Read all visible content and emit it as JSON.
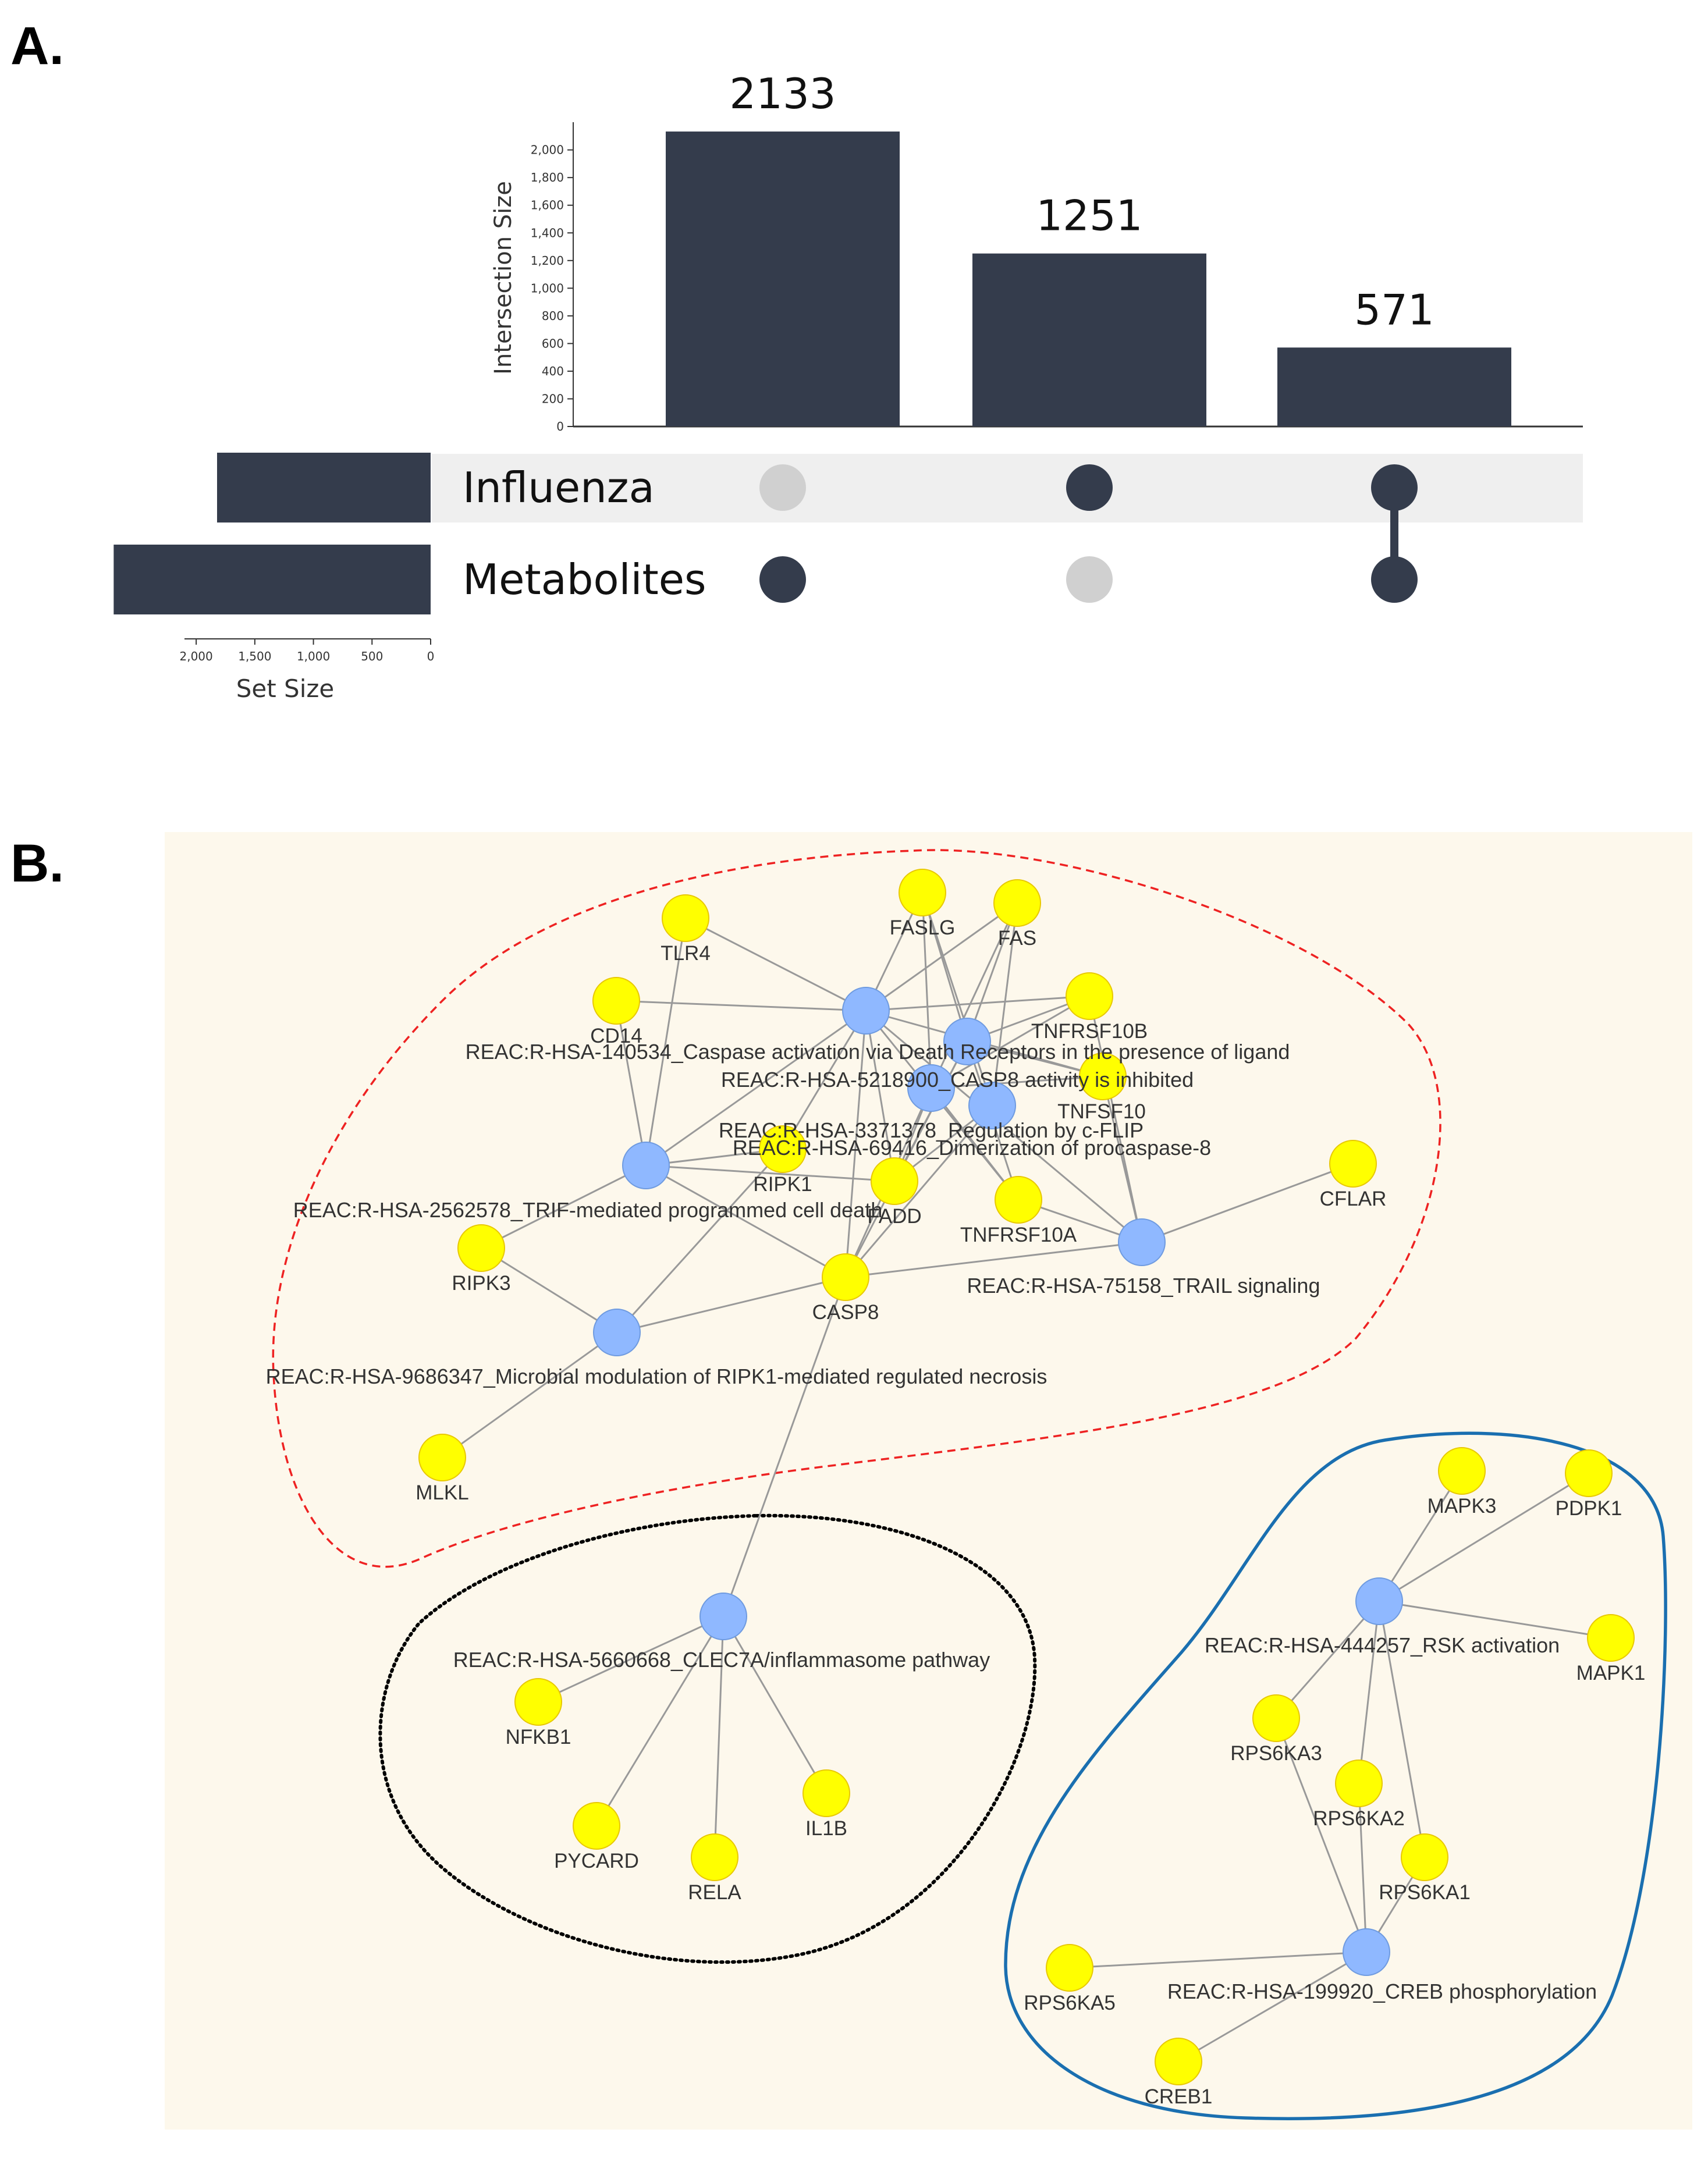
{
  "panel_a": {
    "letter": "A."
  },
  "panel_b": {
    "letter": "B."
  },
  "chart_data": [
    {
      "type": "bar",
      "chart_kind": "upset",
      "categories": [
        "Metabolites only",
        "Influenza only",
        "Influenza & Metabolites"
      ],
      "values": [
        2133,
        1251,
        571
      ],
      "value_labels": [
        "2133",
        "1251",
        "571"
      ],
      "ylabel": "Intersection Size",
      "ylim": [
        0,
        2150
      ],
      "y_ticks": [
        0,
        200,
        400,
        600,
        800,
        1000,
        1200,
        1400,
        1600,
        1800,
        2000
      ],
      "y_tick_labels": [
        "0",
        "200",
        "400",
        "600",
        "800",
        "1,000",
        "1,200",
        "1,400",
        "1,600",
        "1,800",
        "2,000"
      ],
      "sets": [
        {
          "name": "Influenza",
          "size": 1822
        },
        {
          "name": "Metabolites",
          "size": 2704
        }
      ],
      "membership": [
        [
          false,
          true
        ],
        [
          true,
          false
        ],
        [
          true,
          true
        ]
      ],
      "set_size_label": "Set Size",
      "set_size_ticks": [
        2000,
        1500,
        1000,
        500,
        0
      ],
      "set_size_tick_labels": [
        "2,000",
        "1,500",
        "1,000",
        "500",
        "0"
      ],
      "set_size_xlim": [
        0,
        2100
      ],
      "colors": {
        "bar": "#343c4c",
        "dot_active": "#343c4c",
        "dot_inactive": "#d0d0d0",
        "band": "#efefef"
      }
    },
    {
      "type": "network",
      "colors": {
        "gene": "#ffff00",
        "gene_stroke": "#e8c800",
        "pathway": "#8fb8ff",
        "edge": "#999999",
        "cluster_red": "#ee2222",
        "cluster_black": "#000000",
        "cluster_blue": "#1a6fb0",
        "background": "#fdf8ec"
      },
      "nodes": [
        {
          "id": "TLR4",
          "label": "TLR4",
          "kind": "gene"
        },
        {
          "id": "FASLG",
          "label": "FASLG",
          "kind": "gene"
        },
        {
          "id": "FAS",
          "label": "FAS",
          "kind": "gene"
        },
        {
          "id": "CD14",
          "label": "CD14",
          "kind": "gene"
        },
        {
          "id": "TNFRSF10B",
          "label": "TNFRSF10B",
          "kind": "gene"
        },
        {
          "id": "TNFSF10",
          "label": "TNFSF10",
          "kind": "gene"
        },
        {
          "id": "CFLAR",
          "label": "CFLAR",
          "kind": "gene"
        },
        {
          "id": "RIPK1",
          "label": "RIPK1",
          "kind": "gene"
        },
        {
          "id": "FADD",
          "label": "FADD",
          "kind": "gene"
        },
        {
          "id": "TNFRSF10A",
          "label": "TNFRSF10A",
          "kind": "gene"
        },
        {
          "id": "RIPK3",
          "label": "RIPK3",
          "kind": "gene"
        },
        {
          "id": "CASP8",
          "label": "CASP8",
          "kind": "gene"
        },
        {
          "id": "MLKL",
          "label": "MLKL",
          "kind": "gene"
        },
        {
          "id": "NFKB1",
          "label": "NFKB1",
          "kind": "gene"
        },
        {
          "id": "PYCARD",
          "label": "PYCARD",
          "kind": "gene"
        },
        {
          "id": "RELA",
          "label": "RELA",
          "kind": "gene"
        },
        {
          "id": "IL1B",
          "label": "IL1B",
          "kind": "gene"
        },
        {
          "id": "MAPK3",
          "label": "MAPK3",
          "kind": "gene"
        },
        {
          "id": "PDPK1",
          "label": "PDPK1",
          "kind": "gene"
        },
        {
          "id": "MAPK1",
          "label": "MAPK1",
          "kind": "gene"
        },
        {
          "id": "RPS6KA3",
          "label": "RPS6KA3",
          "kind": "gene"
        },
        {
          "id": "RPS6KA2",
          "label": "RPS6KA2",
          "kind": "gene"
        },
        {
          "id": "RPS6KA1",
          "label": "RPS6KA1",
          "kind": "gene"
        },
        {
          "id": "RPS6KA5",
          "label": "RPS6KA5",
          "kind": "gene"
        },
        {
          "id": "CREB1",
          "label": "CREB1",
          "kind": "gene"
        },
        {
          "id": "P140534",
          "label": "REAC:R-HSA-140534_Caspase activation via Death Receptors in the presence of ligand",
          "kind": "pathway"
        },
        {
          "id": "P5218900",
          "label": "REAC:R-HSA-5218900_CASP8 activity is inhibited",
          "kind": "pathway"
        },
        {
          "id": "P3371378",
          "label": "REAC:R-HSA-3371378_Regulation by c-FLIP",
          "kind": "pathway"
        },
        {
          "id": "P69416",
          "label": "REAC:R-HSA-69416_Dimerization of procaspase-8",
          "kind": "pathway"
        },
        {
          "id": "P2562578",
          "label": "REAC:R-HSA-2562578_TRIF-mediated programmed cell death",
          "kind": "pathway"
        },
        {
          "id": "P75158",
          "label": "REAC:R-HSA-75158_TRAIL  signaling",
          "kind": "pathway"
        },
        {
          "id": "P9686347",
          "label": "REAC:R-HSA-9686347_Microbial modulation of RIPK1-mediated regulated necrosis",
          "kind": "pathway"
        },
        {
          "id": "P5660668",
          "label": "REAC:R-HSA-5660668_CLEC7A/inflammasome pathway",
          "kind": "pathway"
        },
        {
          "id": "P444257",
          "label": "REAC:R-HSA-444257_RSK activation",
          "kind": "pathway"
        },
        {
          "id": "P199920",
          "label": "REAC:R-HSA-199920_CREB phosphorylation",
          "kind": "pathway"
        }
      ],
      "edges": [
        [
          "TLR4",
          "P140534"
        ],
        [
          "TLR4",
          "P2562578"
        ],
        [
          "CD14",
          "P140534"
        ],
        [
          "CD14",
          "P2562578"
        ],
        [
          "FASLG",
          "P140534"
        ],
        [
          "FASLG",
          "P5218900"
        ],
        [
          "FASLG",
          "P3371378"
        ],
        [
          "FASLG",
          "P69416"
        ],
        [
          "FAS",
          "P140534"
        ],
        [
          "FAS",
          "P5218900"
        ],
        [
          "FAS",
          "P3371378"
        ],
        [
          "FAS",
          "P69416"
        ],
        [
          "TNFRSF10B",
          "P140534"
        ],
        [
          "TNFRSF10B",
          "P5218900"
        ],
        [
          "TNFRSF10B",
          "P3371378"
        ],
        [
          "TNFRSF10B",
          "P75158"
        ],
        [
          "TNFSF10",
          "P140534"
        ],
        [
          "TNFSF10",
          "P5218900"
        ],
        [
          "TNFSF10",
          "P3371378"
        ],
        [
          "TNFSF10",
          "P75158"
        ],
        [
          "TNFRSF10A",
          "P140534"
        ],
        [
          "TNFRSF10A",
          "P5218900"
        ],
        [
          "TNFRSF10A",
          "P3371378"
        ],
        [
          "TNFRSF10A",
          "P75158"
        ],
        [
          "FADD",
          "P140534"
        ],
        [
          "FADD",
          "P5218900"
        ],
        [
          "FADD",
          "P3371378"
        ],
        [
          "FADD",
          "P69416"
        ],
        [
          "FADD",
          "P2562578"
        ],
        [
          "RIPK1",
          "P140534"
        ],
        [
          "RIPK1",
          "P2562578"
        ],
        [
          "RIPK1",
          "P9686347"
        ],
        [
          "CASP8",
          "P140534"
        ],
        [
          "CASP8",
          "P5218900"
        ],
        [
          "CASP8",
          "P3371378"
        ],
        [
          "CASP8",
          "P69416"
        ],
        [
          "CASP8",
          "P2562578"
        ],
        [
          "CASP8",
          "P75158"
        ],
        [
          "CASP8",
          "P9686347"
        ],
        [
          "CASP8",
          "P5660668"
        ],
        [
          "CFLAR",
          "P75158"
        ],
        [
          "RIPK3",
          "P2562578"
        ],
        [
          "RIPK3",
          "P9686347"
        ],
        [
          "MLKL",
          "P9686347"
        ],
        [
          "P140534",
          "P2562578"
        ],
        [
          "P140534",
          "P75158"
        ],
        [
          "NFKB1",
          "P5660668"
        ],
        [
          "PYCARD",
          "P5660668"
        ],
        [
          "RELA",
          "P5660668"
        ],
        [
          "IL1B",
          "P5660668"
        ],
        [
          "MAPK3",
          "P444257"
        ],
        [
          "PDPK1",
          "P444257"
        ],
        [
          "MAPK1",
          "P444257"
        ],
        [
          "RPS6KA3",
          "P444257"
        ],
        [
          "RPS6KA2",
          "P444257"
        ],
        [
          "RPS6KA1",
          "P444257"
        ],
        [
          "RPS6KA3",
          "P199920"
        ],
        [
          "RPS6KA2",
          "P199920"
        ],
        [
          "RPS6KA1",
          "P199920"
        ],
        [
          "RPS6KA5",
          "P199920"
        ],
        [
          "CREB1",
          "P199920"
        ]
      ],
      "clusters": [
        {
          "id": "apoptosis-necroptosis",
          "style": "red-dashed"
        },
        {
          "id": "inflammasome",
          "style": "black-dotted"
        },
        {
          "id": "rsk-creb",
          "style": "blue-solid"
        }
      ]
    }
  ]
}
